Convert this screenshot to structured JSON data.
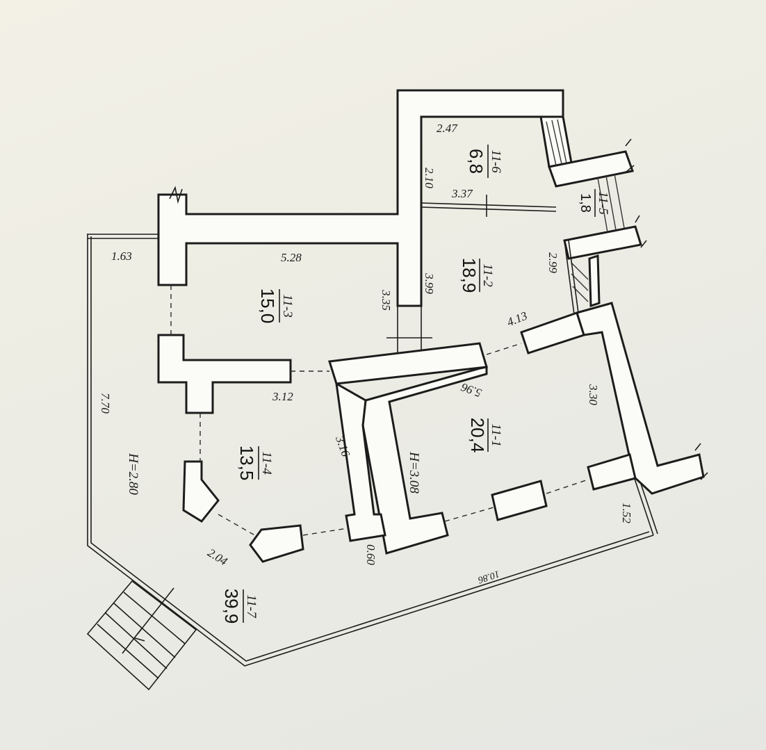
{
  "rooms": [
    {
      "id": "11-1",
      "area": "20,4"
    },
    {
      "id": "11-2",
      "area": "15,0"
    },
    {
      "id": "11-3",
      "area": "18,9"
    },
    {
      "id": "11-4",
      "area": "13,5"
    },
    {
      "id": "11-5",
      "area": "1,8"
    },
    {
      "id": "11-6",
      "area": "6,8"
    },
    {
      "id": "11-7",
      "area": "39,9"
    }
  ],
  "heights": {
    "room_11_1": "H=3.08",
    "room_11_7": "H=2.80"
  },
  "dimensions": {
    "d_2_47": "2.47",
    "d_2_10": "2.10",
    "d_3_37": "3.37",
    "d_2_99": "2.99",
    "d_3_99": "3.99",
    "d_3_35": "3.35",
    "d_5_28": "5.28",
    "d_1_63": "1.63",
    "d_4_13": "4.13",
    "d_5_96": "5.96",
    "d_3_30": "3.30",
    "d_3_12": "3.12",
    "d_3_16": "3.16",
    "d_7_70": "7.70",
    "d_2_04": "2.04",
    "d_0_60": "0.60",
    "d_1_52": "1.52",
    "d_10_86": "10.86"
  },
  "colors": {
    "ink": "#1c1c1c",
    "paper": "#fbfbf7",
    "background": "#eeede6"
  }
}
